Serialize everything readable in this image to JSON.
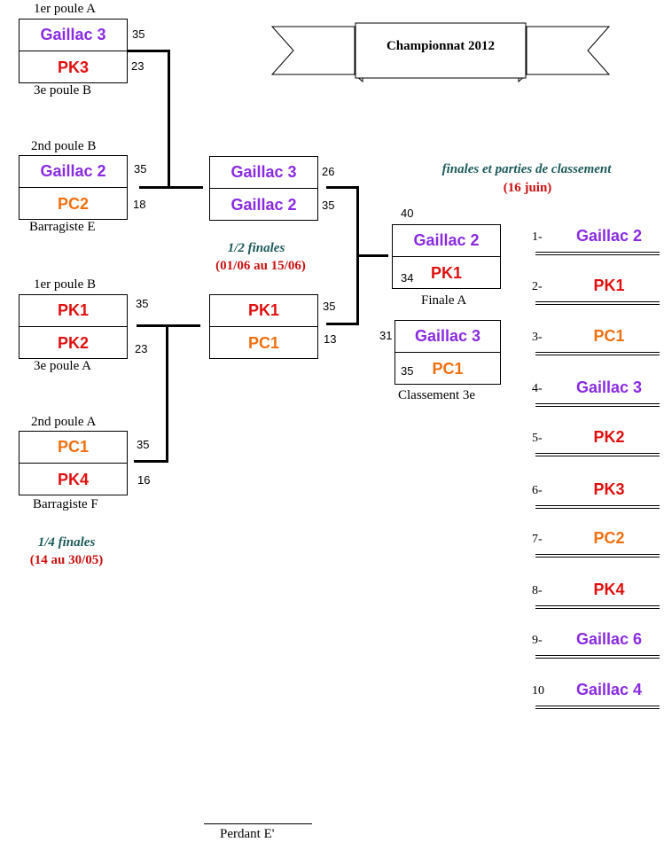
{
  "colors": {
    "gaillac": "#8a2be2",
    "pk": "#e01010",
    "pc": "#f07010",
    "heading": "#1d5a5a",
    "dates": "#cc1111"
  },
  "banner": {
    "title": "Championnat 2012"
  },
  "quarter": {
    "title": "1/4 finales",
    "dates": "(14 au 30/05)",
    "matches": [
      {
        "label_top": "1er poule A",
        "label_bottom": "3e poule B",
        "team_a": "Gaillac 3",
        "team_b": "PK3",
        "score_a": "35",
        "score_b": "23"
      },
      {
        "label_top": "2nd poule B",
        "label_bottom": "Barragiste E",
        "team_a": "Gaillac 2",
        "team_b": "PC2",
        "score_a": "35",
        "score_b": "18"
      },
      {
        "label_top": "1er poule B",
        "label_bottom": "3e poule A",
        "team_a": "PK1",
        "team_b": "PK2",
        "score_a": "35",
        "score_b": "23"
      },
      {
        "label_top": "2nd poule A",
        "label_bottom": "Barragiste F",
        "team_a": "PC1",
        "team_b": "PK4",
        "score_a": "35",
        "score_b": "16"
      }
    ]
  },
  "semi": {
    "title": "1/2 finales",
    "dates": "(01/06 au 15/06)",
    "matches": [
      {
        "team_a": "Gaillac 3",
        "team_b": "Gaillac 2",
        "score_a": "26",
        "score_b": "35"
      },
      {
        "team_a": "PK1",
        "team_b": "PC1",
        "score_a": "35",
        "score_b": "13"
      }
    ]
  },
  "finals": {
    "title": "finales et parties de classement",
    "dates": "(16 juin)",
    "final_a": {
      "label": "Finale A",
      "team_a": "Gaillac 2",
      "team_b": "PK1",
      "score_a": "40",
      "score_b": "34"
    },
    "third": {
      "label": "Classement 3e",
      "team_a": "Gaillac 3",
      "team_b": "PC1",
      "score_a": "31",
      "score_b": "35"
    }
  },
  "ranking": [
    {
      "rank": "1-",
      "team": "Gaillac 2"
    },
    {
      "rank": "2-",
      "team": "PK1"
    },
    {
      "rank": "3-",
      "team": "PC1"
    },
    {
      "rank": "4-",
      "team": "Gaillac 3"
    },
    {
      "rank": "5-",
      "team": "PK2"
    },
    {
      "rank": "6-",
      "team": "PK3"
    },
    {
      "rank": "7-",
      "team": "PC2"
    },
    {
      "rank": "8-",
      "team": "PK4"
    },
    {
      "rank": "9-",
      "team": "Gaillac 6"
    },
    {
      "rank": "10",
      "team": "Gaillac 4"
    }
  ],
  "footer": {
    "label": "Perdant E'"
  }
}
